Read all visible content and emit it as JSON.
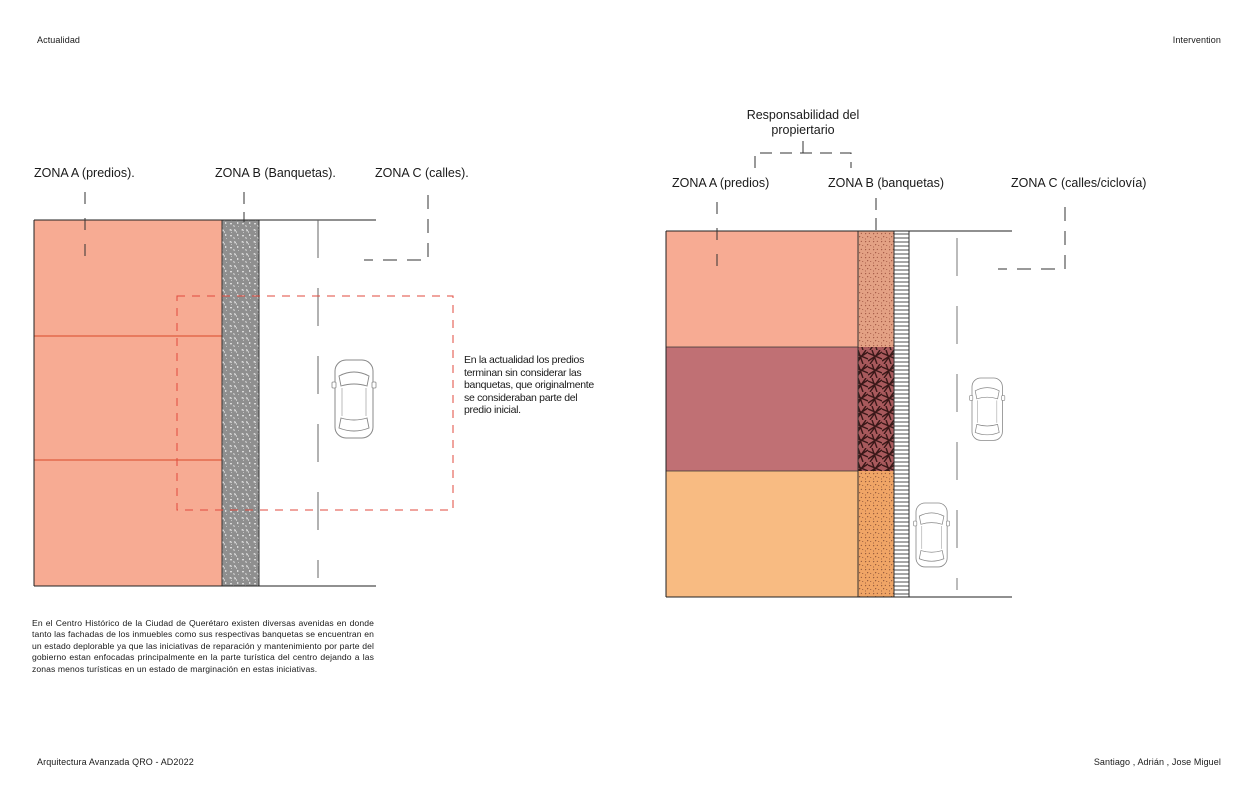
{
  "header": {
    "left": "Actualidad",
    "right": "Intervention"
  },
  "footer": {
    "left": "Arquitectura Avanzada QRO - AD2022",
    "right": "Santiago , Adrián , Jose Miguel"
  },
  "actual": {
    "zona_a": "ZONA A (predios).",
    "zona_b": "ZONA B (Banquetas).",
    "zona_c": "ZONA C (calles).",
    "note": "En la actualidad los predios terminan sin considerar las banquetas, que originalmente se consideraban parte del predio inicial.",
    "description": "En el Centro Histórico de la Ciudad de Querétaro existen diversas avenidas en donde tanto las fachadas de los inmuebles como sus respectivas banquetas se encuentran en un estado deplorable ya que las iniciativas de reparación y mantenimiento por parte del gobierno estan enfocadas principalmente en la parte turística del centro dejando a las zonas menos turísticas en un estado de marginación en estas iniciativas."
  },
  "intervention": {
    "responsabilidad": "Responsabilidad del propiertario",
    "zona_a": "ZONA A (predios)",
    "zona_b": "ZONA B (banquetas)",
    "zona_c": "ZONA C (calles/ciclovía)"
  },
  "colors": {
    "predio_salmon": "#f7ab93",
    "predio_wine": "#c07074",
    "predio_orange": "#f8bb82",
    "divider_red": "#d84a2a",
    "dash_red": "#e04a3c",
    "sidewalk_gray": "#8c8c8c",
    "sidewalk_brown": "#e0a083",
    "sidewalk_dark": "#5a2f2f"
  }
}
